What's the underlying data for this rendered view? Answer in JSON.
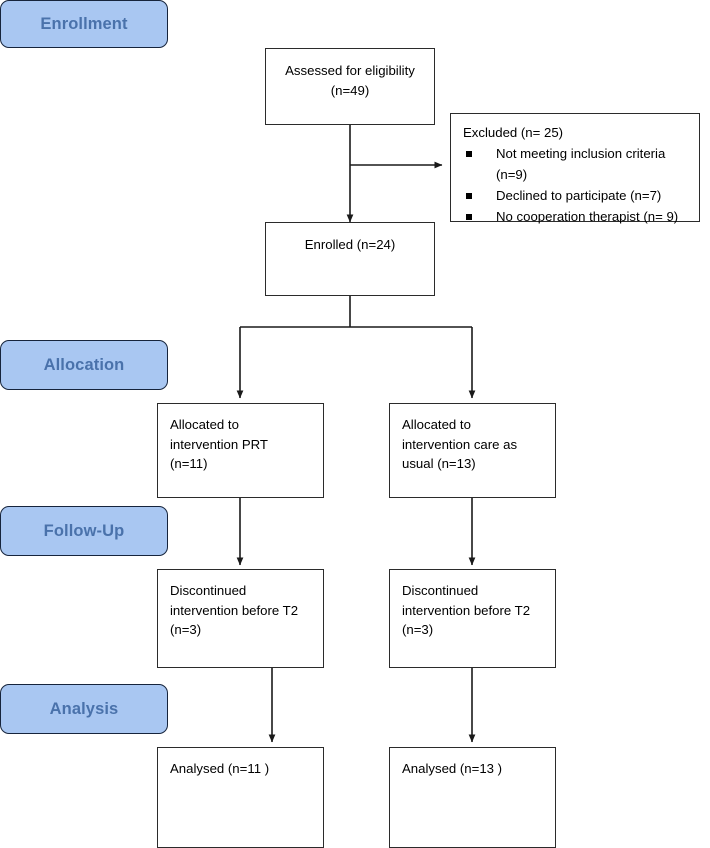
{
  "diagram": {
    "title": "CONSORT participant flow diagram",
    "colors": {
      "stage_fill": "#a9c7f2",
      "stage_border": "#16243c",
      "stage_text": "#4a72ab",
      "node_border": "#2b2b2b",
      "connector": "#1a1a1a",
      "background": "#ffffff"
    }
  },
  "stages": [
    {
      "id": "enrollment",
      "label": "Enrollment"
    },
    {
      "id": "allocation",
      "label": "Allocation"
    },
    {
      "id": "followup",
      "label": "Follow-Up"
    },
    {
      "id": "analysis",
      "label": "Analysis"
    }
  ],
  "nodes": {
    "assessed": {
      "text": "Assessed for eligibility\n(n=49)"
    },
    "enrolled": {
      "text": "Enrolled (n=24)"
    },
    "alloc_left": {
      "text": "Allocated to\nintervention PRT\n(n=11)"
    },
    "alloc_right": {
      "text": "Allocated to\nintervention care as\nusual (n=13)"
    },
    "disc_left": {
      "text": "Discontinued\nintervention before T2\n(n=3)"
    },
    "disc_right": {
      "text": "Discontinued\nintervention before T2\n(n=3)"
    },
    "analysed_left": {
      "text": "Analysed  (n=11 )"
    },
    "analysed_right": {
      "text": "Analysed  (n=13 )"
    }
  },
  "excluded": {
    "heading": "Excluded (n= 25)",
    "items": [
      "Not meeting inclusion criteria (n=9)",
      "Declined to participate (n=7)",
      "No cooperation therapist (n= 9)"
    ]
  }
}
